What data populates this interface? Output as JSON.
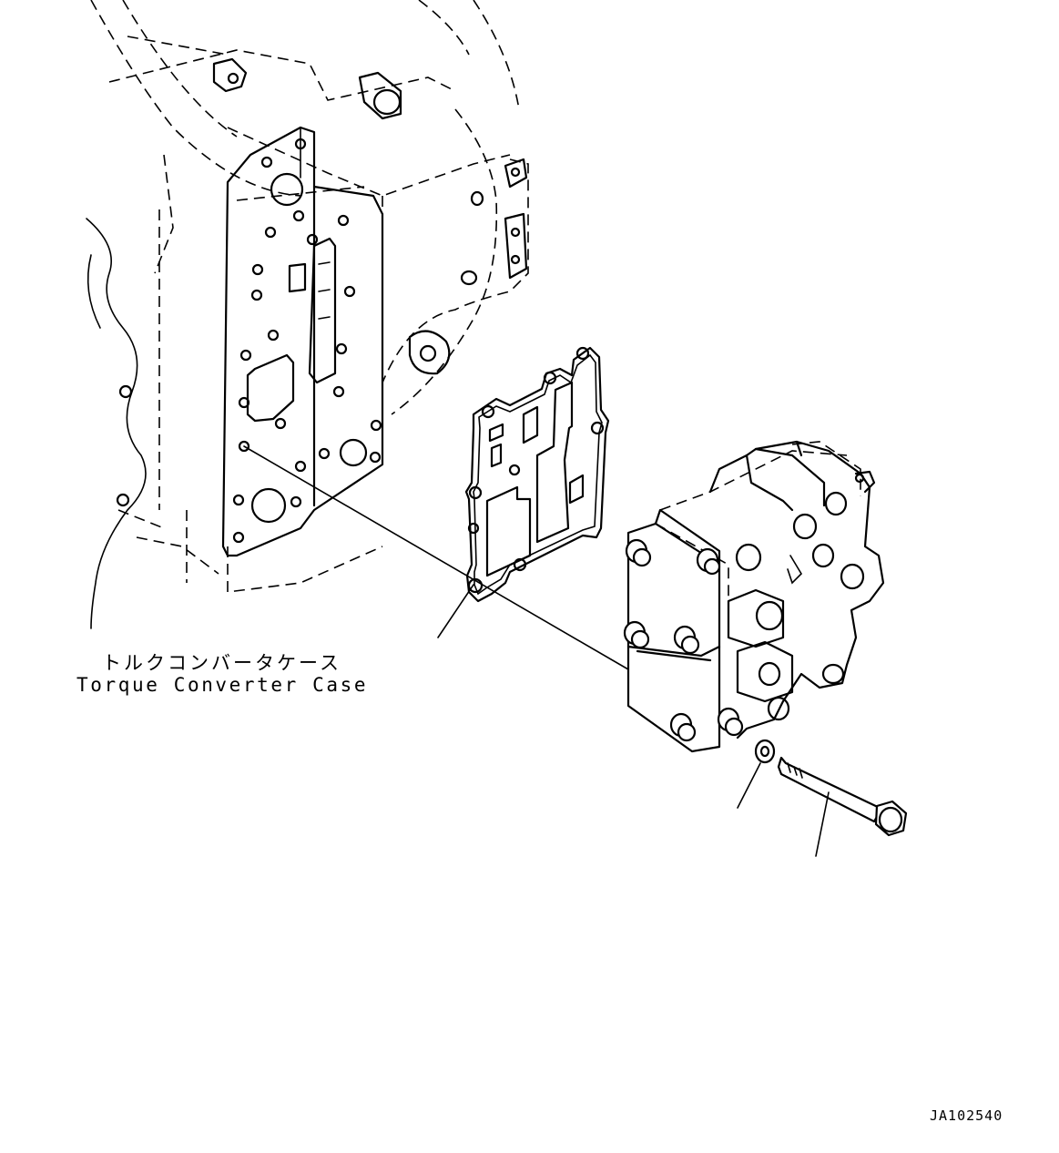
{
  "labels": {
    "case_name_jp": "トルクコンバータケース",
    "case_name_en": "Torque Converter Case"
  },
  "drawing_number": "JA102540",
  "parts": [
    {
      "id": "torque-converter-case",
      "name": "Torque Converter Case"
    },
    {
      "id": "gasket"
    },
    {
      "id": "valve"
    },
    {
      "id": "washer"
    },
    {
      "id": "bolt"
    }
  ]
}
